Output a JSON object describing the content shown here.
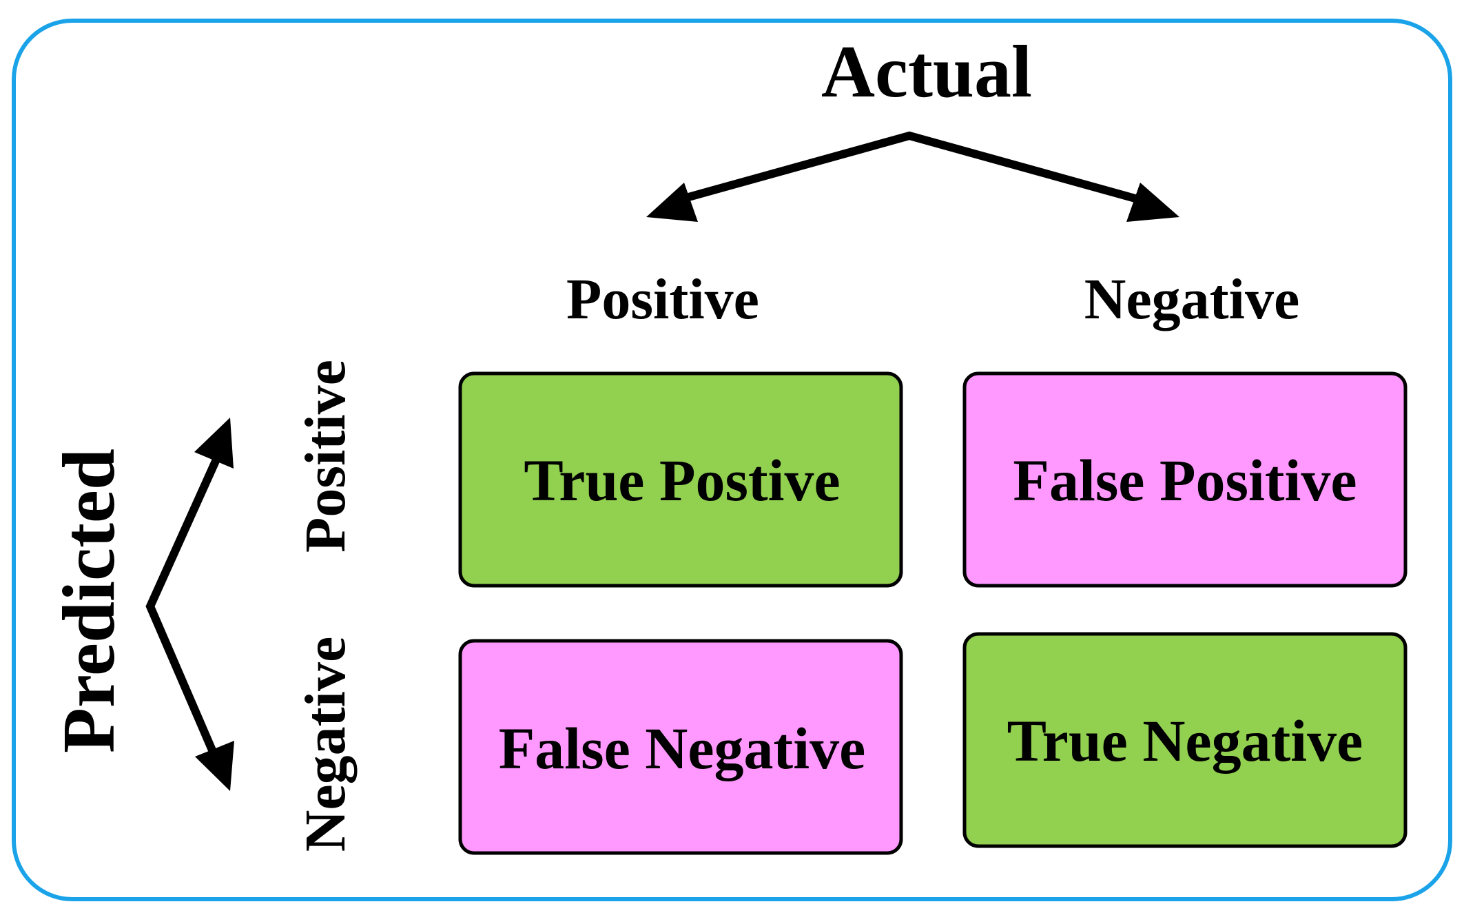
{
  "colors": {
    "frame_border": "#1aa3e8",
    "true_fill": "#92d050",
    "false_fill": "#ff99ff",
    "ink": "#000000"
  },
  "actual": {
    "title": "Actual",
    "positive_label": "Positive",
    "negative_label": "Negative"
  },
  "predicted": {
    "title": "Predicted",
    "positive_label": "Positive",
    "negative_label": "Negative"
  },
  "matrix": {
    "true_positive": "True Postive",
    "false_positive": "False Positive",
    "false_negative": "False Negative",
    "true_negative": "True Negative"
  }
}
